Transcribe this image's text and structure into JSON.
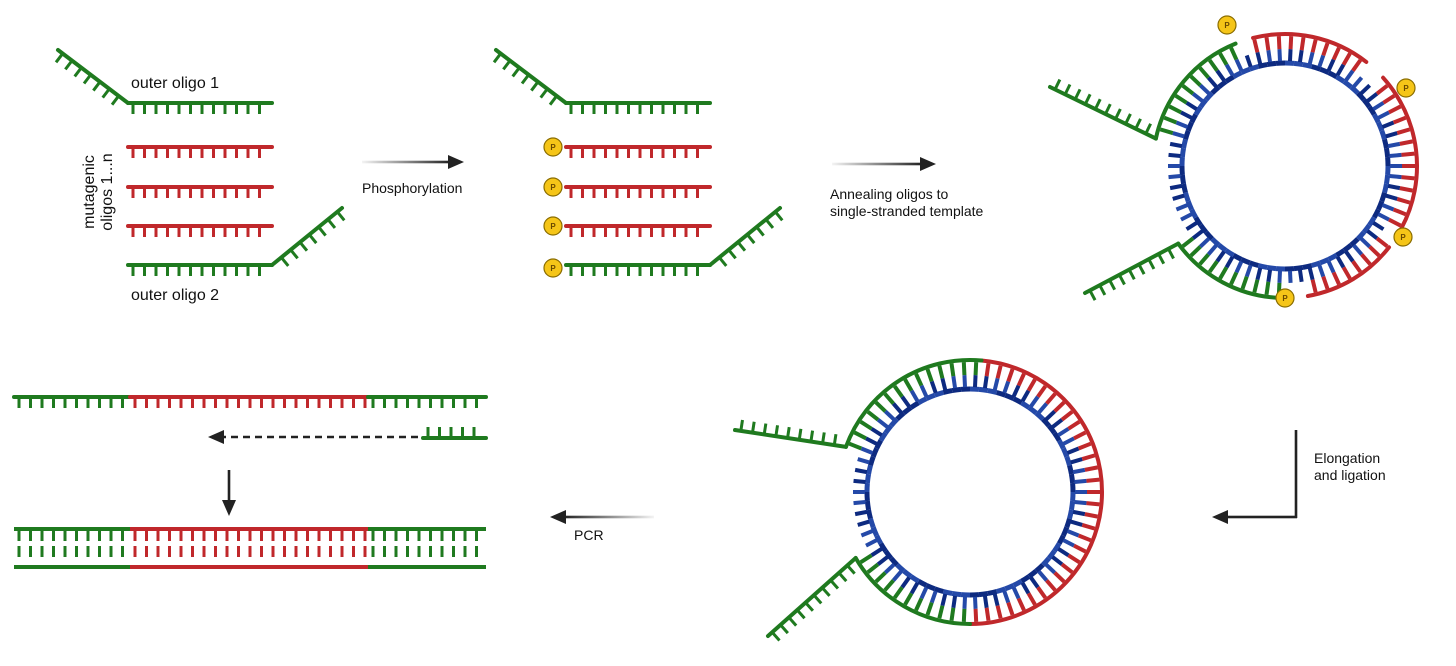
{
  "labels": {
    "outer_oligo_1": "outer oligo 1",
    "outer_oligo_2": "outer oligo 2",
    "mutagenic_line1": "mutagenic",
    "mutagenic_line2": "oligos 1...n",
    "phosphorylation": "Phosphorylation",
    "annealing_line1": "Annealing oligos to",
    "annealing_line2": "single-stranded template",
    "elongation_line1": "Elongation",
    "elongation_line2": "and ligation",
    "pcr": "PCR"
  },
  "phosphate_label": "P",
  "colors": {
    "green": "#1f7a1f",
    "red": "#c0282b",
    "blue": "#2449a8",
    "blue_dark": "#0d2a80",
    "phosphate_fill": "#f5c518",
    "phosphate_stroke": "#8a6d00",
    "arrow": "#222222"
  }
}
